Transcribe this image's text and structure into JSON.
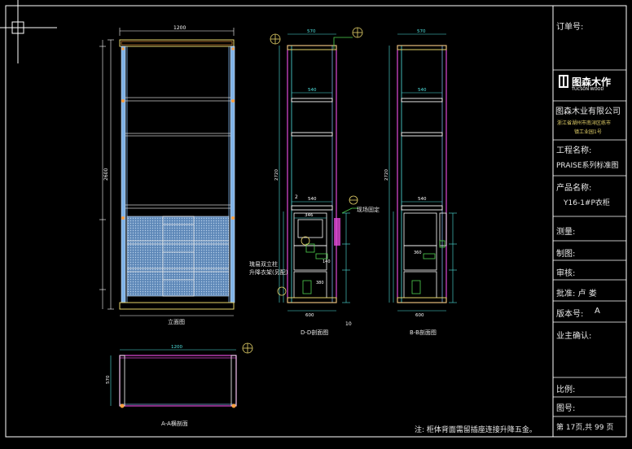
{
  "title_block": {
    "order_no": "订单号:",
    "brand_cn": "图森木作",
    "brand_en": "TUCSON WOOD",
    "company": "图森木业有限公司",
    "address_line1": "浙江省湖州市南浔区练市",
    "address_line2": "镇工业园1号",
    "project_label": "工程名称:",
    "project_value": "PRAISE系列标准图",
    "product_label": "产品名称:",
    "product_value": "Y16-1#P衣柜",
    "measure": "测量:",
    "drafter": "制图:",
    "reviewer": "审核:",
    "approver": "批准: 卢  娄",
    "version": "版本号:",
    "version_value": "A",
    "owner_confirm": "业主确认:",
    "scale": "比例:",
    "drawing_no": "图号:",
    "page": "第 17页,共 99 页"
  },
  "views": {
    "front": "立面图",
    "section_d": "D-D剖面图",
    "section_b": "B-B剖面图",
    "section_a": "A-A横剖面"
  },
  "notes": {
    "site_fix": "现场固定",
    "lift_rack_1": "琉易双立柱",
    "lift_rack_2": "升降衣架(另配)",
    "bottom": "注: 柜体背面需留插座连接升降五金。"
  },
  "dimensions": {
    "front_width": "1200",
    "front_height": "2600",
    "d_top_width": "570",
    "d_inner_width": "540",
    "d_mid_width": "540",
    "d_height": "2720",
    "d_bottom_width": "600",
    "d_inner_346": "346",
    "b_top_width": "570",
    "b_inner_width": "540",
    "b_mid_width": "540",
    "b_height": "2720",
    "b_bottom_width": "600",
    "a_width": "1200",
    "a_depth": "570",
    "d_small_140": "140",
    "d_small_380": "380",
    "b_small_360": "360",
    "tick_10": "10",
    "tick_2": "2"
  },
  "colors": {
    "background": "#000000",
    "frame": "#ffffff",
    "panel_blue": "#7fb2e6",
    "section_magenta": "#e04ad8",
    "dimension_cyan": "#4fe3e0",
    "yellow": "#e6d36a",
    "green": "#4fd44f",
    "orange": "#ffa040"
  }
}
